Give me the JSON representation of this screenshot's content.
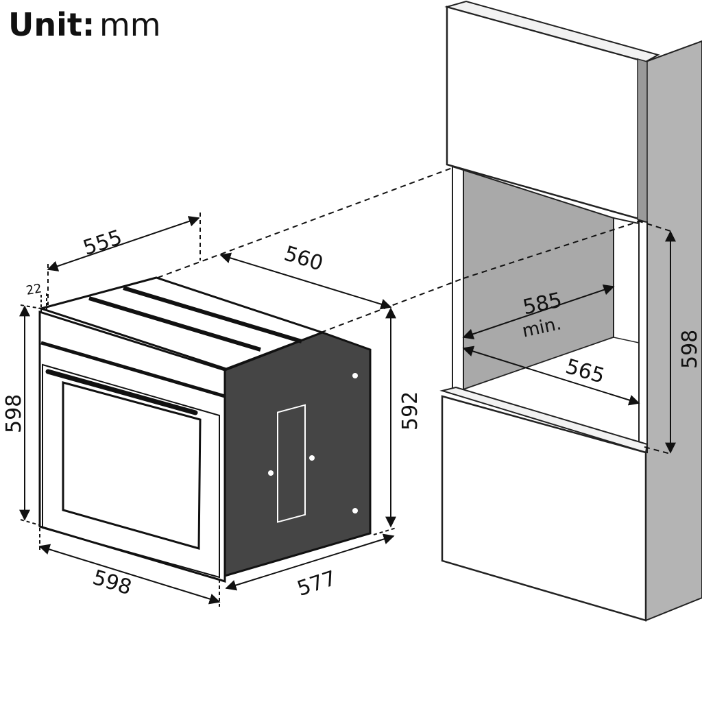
{
  "unit": {
    "label": "Unit:",
    "value": "mm"
  },
  "oven": {
    "width": "598",
    "height": "598",
    "depth": "577",
    "top_depth": "555",
    "front_panel": "22",
    "body_height": "592"
  },
  "cabinet": {
    "depth": "560",
    "niche_height": "598",
    "niche_width": "565",
    "niche_depth_min": "585",
    "min_label": "min."
  },
  "colors": {
    "line": "#111111",
    "dashed": "#111111",
    "cabinet_face": "#ffffff",
    "cabinet_side": "#b4b4b4",
    "cabinet_inner": "#a9a9a9",
    "cabinet_inner_floor": "#ffffff",
    "oven_side": "#454545"
  }
}
